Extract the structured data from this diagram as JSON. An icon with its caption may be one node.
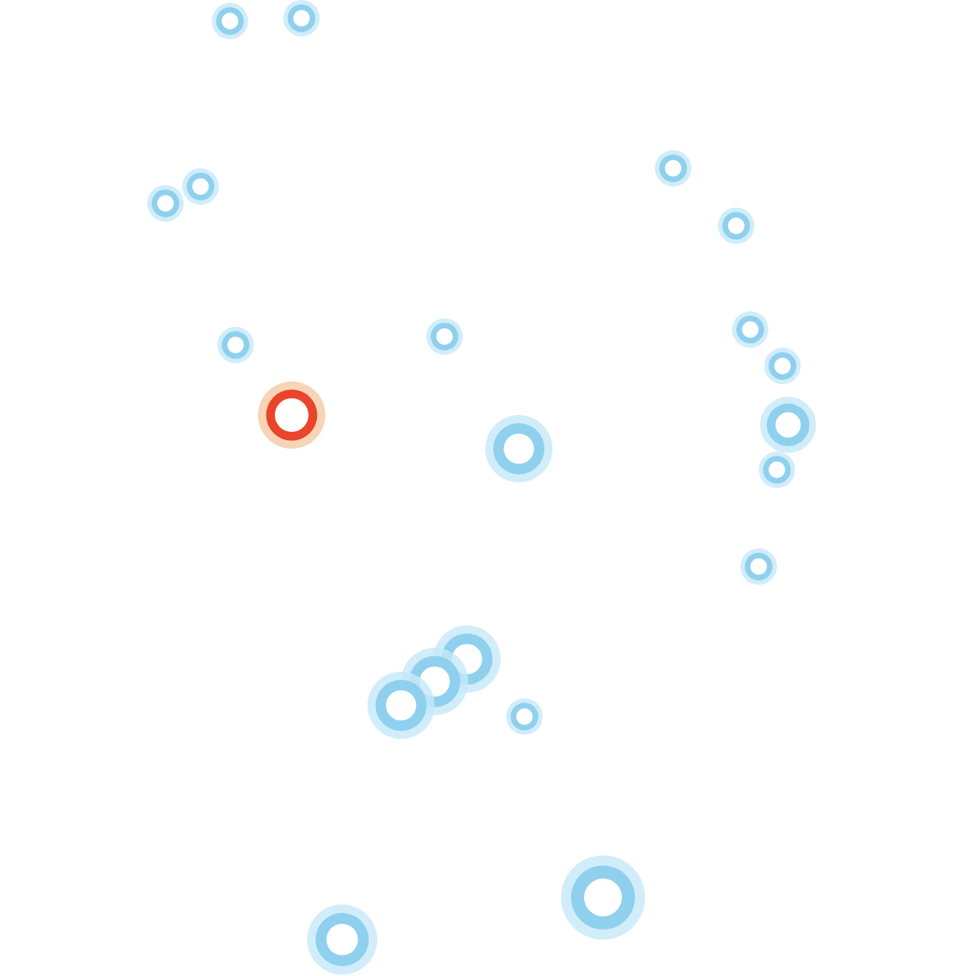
{
  "diagram": {
    "nodes": [
      {
        "text": [],
        "shape": "circle"
      },
      {
        "text": [],
        "shape": "circle"
      },
      {
        "text": [],
        "shape": "circle"
      },
      {
        "text": [],
        "shape": "circle"
      },
      {
        "text": [],
        "shape": "circle"
      },
      {
        "text": [],
        "shape": "circle"
      },
      {
        "text": [],
        "shape": "circle"
      },
      {
        "text": [],
        "shape": "circle"
      },
      {
        "text": [],
        "shape": "circle"
      },
      {
        "text": [],
        "shape": "circle"
      },
      {
        "text": [],
        "shape": "circle"
      },
      {
        "text": [],
        "shape": "circle"
      },
      {
        "text": [],
        "shape": "circle"
      },
      {
        "text": [],
        "shape": "circle"
      },
      {
        "text": [],
        "shape": "circle"
      },
      {
        "text": [],
        "shape": "circle"
      },
      {
        "text": [],
        "shape": "circle"
      },
      {
        "text": [],
        "shape": "circle"
      },
      {
        "text": [],
        "shape": "circle"
      },
      {
        "text": [],
        "shape": "circle"
      },
      {
        "text": [],
        "shape": "circle"
      }
    ]
  }
}
